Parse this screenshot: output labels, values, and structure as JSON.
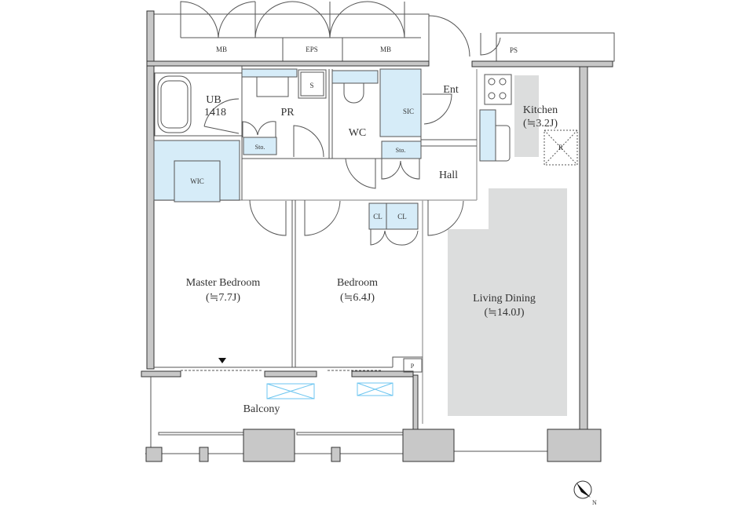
{
  "plan": {
    "shafts": {
      "mb_left": "MB",
      "eps": "EPS",
      "mb_right": "MB",
      "ps": "PS"
    },
    "rooms": {
      "unit_bath": {
        "label": "UB",
        "size": "1418"
      },
      "powder_room": "PR",
      "washer": "S",
      "wc": "WC",
      "sic": "SIC",
      "entrance": "Ent",
      "kitchen": {
        "label": "Kitchen",
        "area": "(≒3.2J)"
      },
      "refrigerator": "R",
      "storage_pr": "Sto.",
      "storage_hall": "Sto.",
      "wic": "WIC",
      "hall": "Hall",
      "closet_1": "CL",
      "closet_2": "CL",
      "master_bedroom": {
        "label": "Master Bedroom",
        "area": "(≒7.7J)"
      },
      "bedroom": {
        "label": "Bedroom",
        "area": "(≒6.4J)"
      },
      "living_dining": {
        "label": "Living Dining",
        "area": "(≒14.0J)"
      },
      "pipe": "P",
      "balcony": "Balcony"
    },
    "compass": "N",
    "colors": {
      "storage_blue": "#d6ecf8",
      "floor_gray": "#dcdddd",
      "wall_gray": "#c8c8c8",
      "ac_blue": "#6ec6f0"
    }
  }
}
